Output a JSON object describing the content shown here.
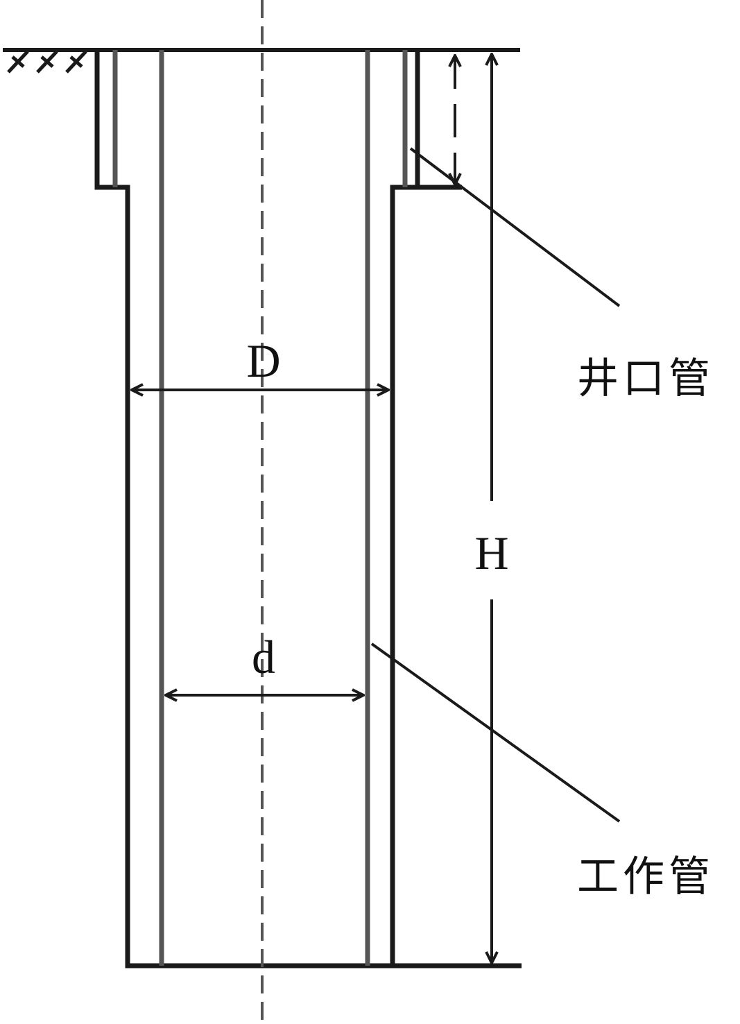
{
  "labels": {
    "outer_diameter": "D",
    "inner_diameter": "d",
    "height": "H",
    "wellhead_pipe": "井口管",
    "working_pipe": "工作管"
  },
  "colors": {
    "line": "#1a1a1a",
    "pipe_wall": "#555555",
    "axis": "#555555"
  }
}
